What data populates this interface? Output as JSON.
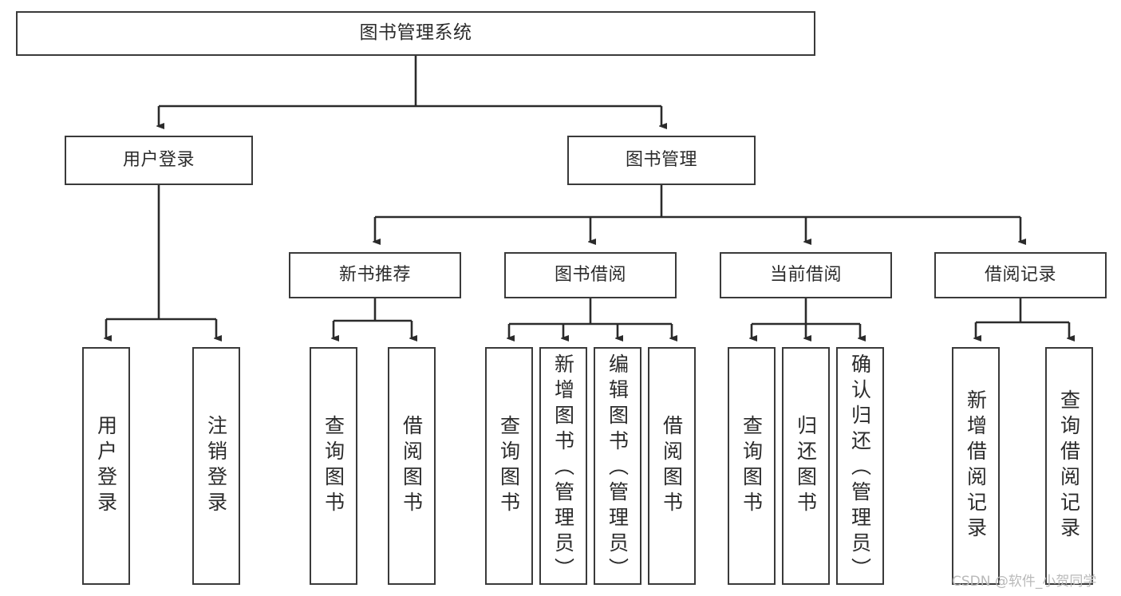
{
  "diagram": {
    "type": "tree-hierarchy",
    "title": "图书管理系统",
    "orientation": "top-down",
    "colors": {
      "box_border": "#3a3a3a",
      "box_fill": "#ffffff",
      "connector": "#2b2b2b",
      "text": "#2b2b2b",
      "watermark": "#b9b9b9",
      "background": "#ffffff"
    }
  },
  "root": {
    "label": "图书管理系统"
  },
  "level2": [
    {
      "label": "用户登录"
    },
    {
      "label": "图书管理"
    }
  ],
  "level3": [
    {
      "label": "新书推荐"
    },
    {
      "label": "图书借阅"
    },
    {
      "label": "当前借阅"
    },
    {
      "label": "借阅记录"
    }
  ],
  "leaves": {
    "user_login": [
      {
        "label": "用户登录"
      },
      {
        "label": "注销登录"
      }
    ],
    "new_book_recommend": [
      {
        "label": "查询图书"
      },
      {
        "label": "借阅图书"
      }
    ],
    "book_borrow": [
      {
        "label": "查询图书"
      },
      {
        "label": "新增图书（管理员）"
      },
      {
        "label": "编辑图书（管理员）"
      },
      {
        "label": "借阅图书"
      }
    ],
    "current_borrow": [
      {
        "label": "查询图书"
      },
      {
        "label": "归还图书"
      },
      {
        "label": "确认归还（管理员）"
      }
    ],
    "borrow_records": [
      {
        "label": "新增借阅记录"
      },
      {
        "label": "查询借阅记录"
      }
    ]
  },
  "watermark": {
    "text": "CSDN @软件_小贺同学"
  }
}
